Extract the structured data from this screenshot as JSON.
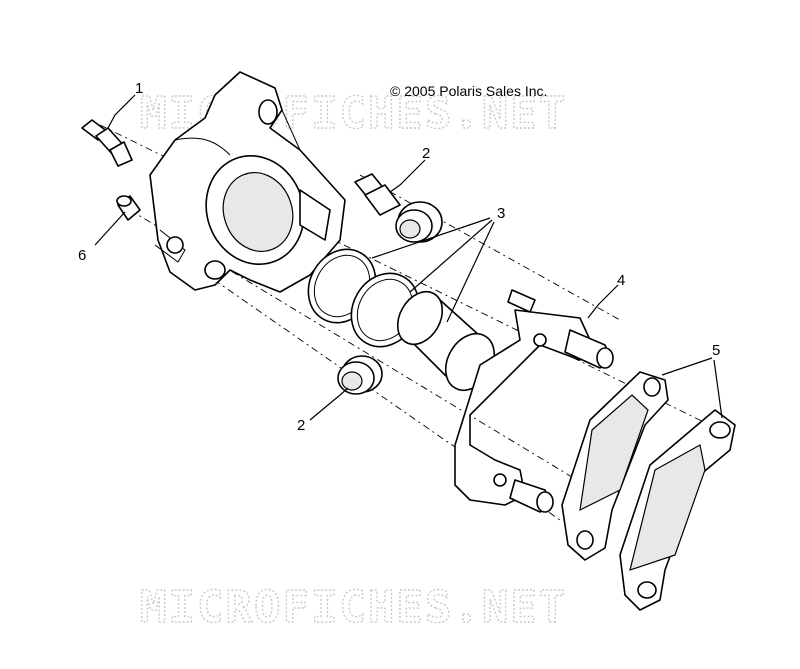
{
  "copyright": "© 2005 Polaris Sales Inc.",
  "watermark_top": "MICROFICHES.NET",
  "watermark_bottom": "MICROFICHES.NET",
  "callouts": {
    "c1": "1",
    "c2a": "2",
    "c2b": "2",
    "c3": "3",
    "c4": "4",
    "c5": "5",
    "c6": "6"
  }
}
